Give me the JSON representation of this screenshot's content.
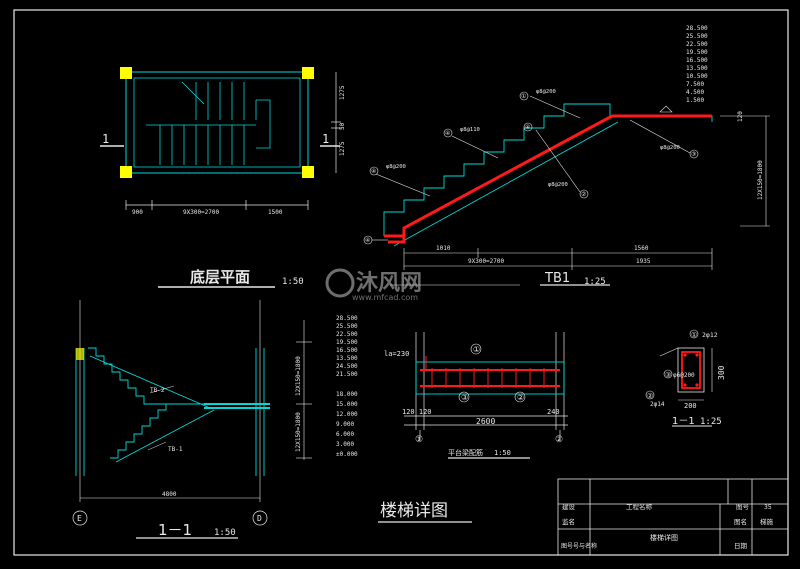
{
  "watermark": {
    "brand": "沐风网",
    "url": "www.mfcad.com"
  },
  "plan": {
    "title": "底层平面",
    "scale": "1:50",
    "section_mark": "1",
    "dims_bottom": [
      "900",
      "9X300=2700",
      "1500"
    ],
    "dims_right": [
      "1275",
      "50",
      "1275"
    ]
  },
  "tb1": {
    "title": "TB1",
    "scale": "1:25",
    "elevations": [
      "28.500",
      "25.500",
      "22.500",
      "19.500",
      "16.500",
      "13.500",
      "10.500",
      "7.500",
      "4.500",
      "1.500"
    ],
    "callouts": [
      "①",
      "②",
      "③",
      "④",
      "④",
      "④"
    ],
    "rebar": [
      "φ8@200",
      "φ8@110",
      "φ8@200",
      "φ8@200",
      "φ8@200"
    ],
    "dims_bottom_row1": [
      "1010",
      "1560"
    ],
    "dims_bottom_row2": [
      "9X300=2700",
      "1935"
    ],
    "dims_right": [
      "120",
      "12X150=1800"
    ]
  },
  "section": {
    "title": "1－1",
    "scale": "1:50",
    "labels": [
      "TB-2",
      "TB-1"
    ],
    "elevations": [
      "28.500",
      "25.500",
      "22.500",
      "19.500",
      "16.500",
      "13.500",
      "24.500",
      "21.500",
      "18.000",
      "15.000",
      "12.000",
      "9.000",
      "6.000",
      "3.000",
      "±0.000"
    ],
    "dims_right": [
      "12X150=1800",
      "12X150=1800"
    ],
    "dim_bottom": "4800",
    "axis_left": "E",
    "axis_right": "D"
  },
  "platform": {
    "title": "平台梁配筋",
    "scale": "1:50",
    "la": "la=230",
    "dim_total": "2600",
    "dim_left": "120 120",
    "dim_right": "240",
    "axis_1": "①",
    "axis_2": "②",
    "callouts": [
      "①",
      "③",
      "②"
    ]
  },
  "beam": {
    "title": "1－1",
    "scale": "1:25",
    "top_bar": "2φ12",
    "stirrup": "φ6@200",
    "bottom_bar": "2φ14",
    "height": "300",
    "width": "200",
    "callouts": [
      "①",
      "③",
      "②"
    ]
  },
  "drawing_title": "楼梯详图",
  "title_block": {
    "project_label": "工程名称",
    "row1_left": "建设",
    "row2_left": "监名",
    "row3_left": "图号号与名称",
    "drawing_name": "楼梯详图",
    "check_label": "图号",
    "check_value": "35",
    "scale_label": "图名",
    "scale_value": "梯施",
    "date_label": "日期"
  },
  "colors": {
    "background": "#000000",
    "cyan": "#00d8d8",
    "red": "#ff1a1a",
    "white": "#e8e8e8",
    "yellow": "#ffff00"
  }
}
